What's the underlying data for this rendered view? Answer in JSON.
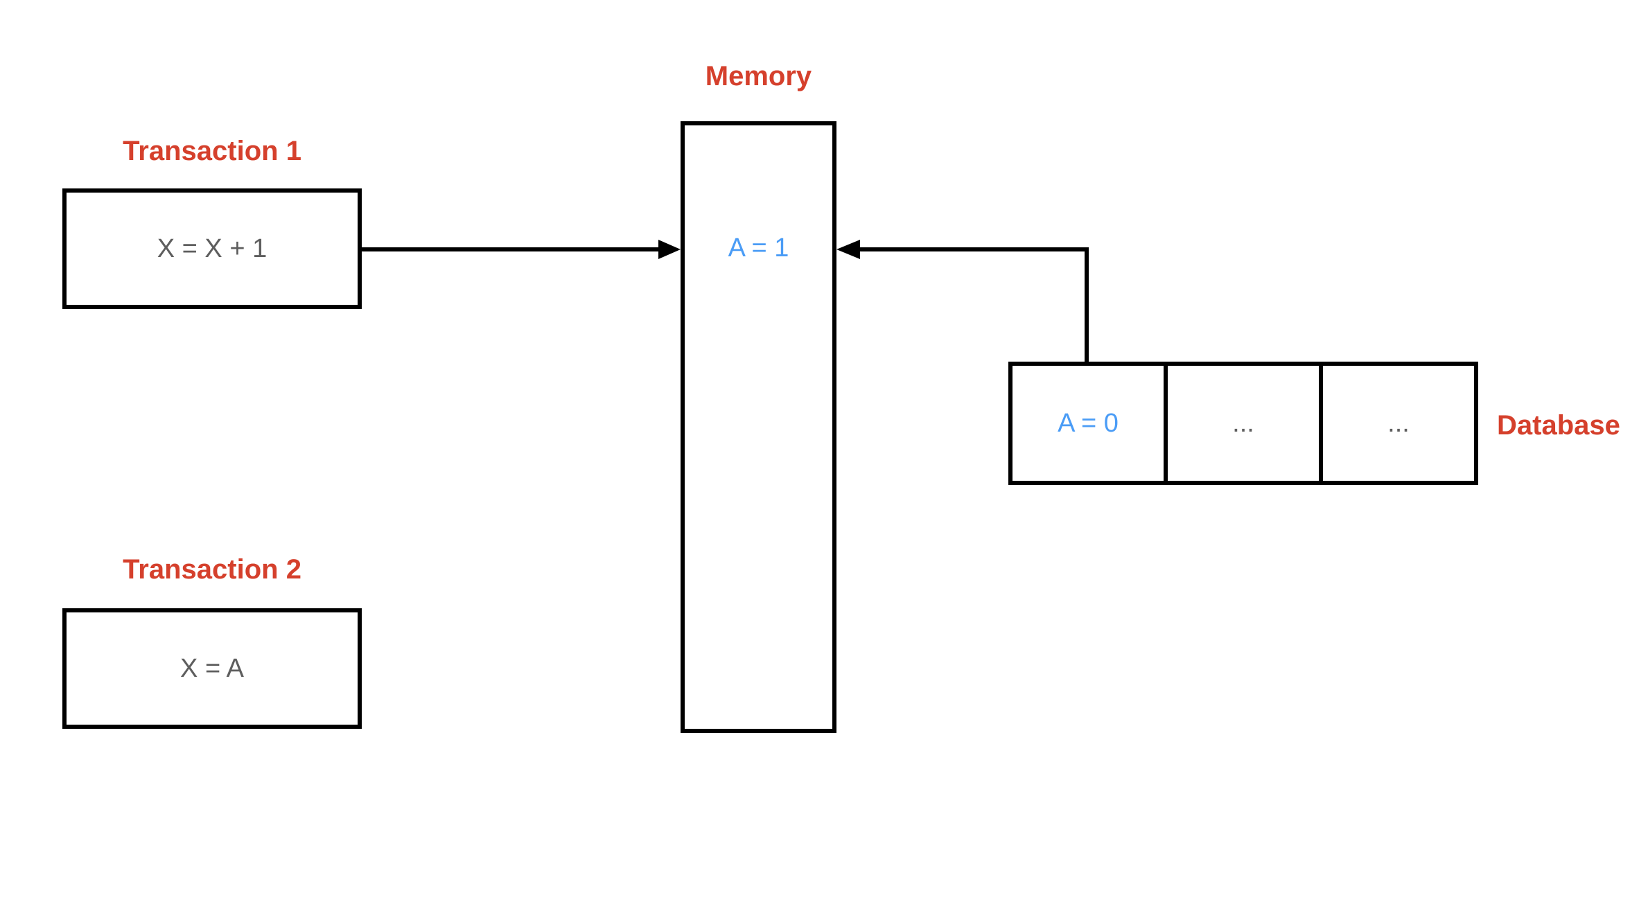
{
  "colors": {
    "label-red": "#D5402C",
    "value-blue": "#4A9CF6",
    "value-gray": "#5E5E5E",
    "line-black": "#000000"
  },
  "memory": {
    "label": "Memory",
    "value": "A = 1"
  },
  "transaction1": {
    "label": "Transaction 1",
    "value": "X = X + 1"
  },
  "transaction2": {
    "label": "Transaction 2",
    "value": "X = A"
  },
  "database": {
    "label": "Database",
    "cells": [
      "A = 0",
      "...",
      "..."
    ]
  }
}
